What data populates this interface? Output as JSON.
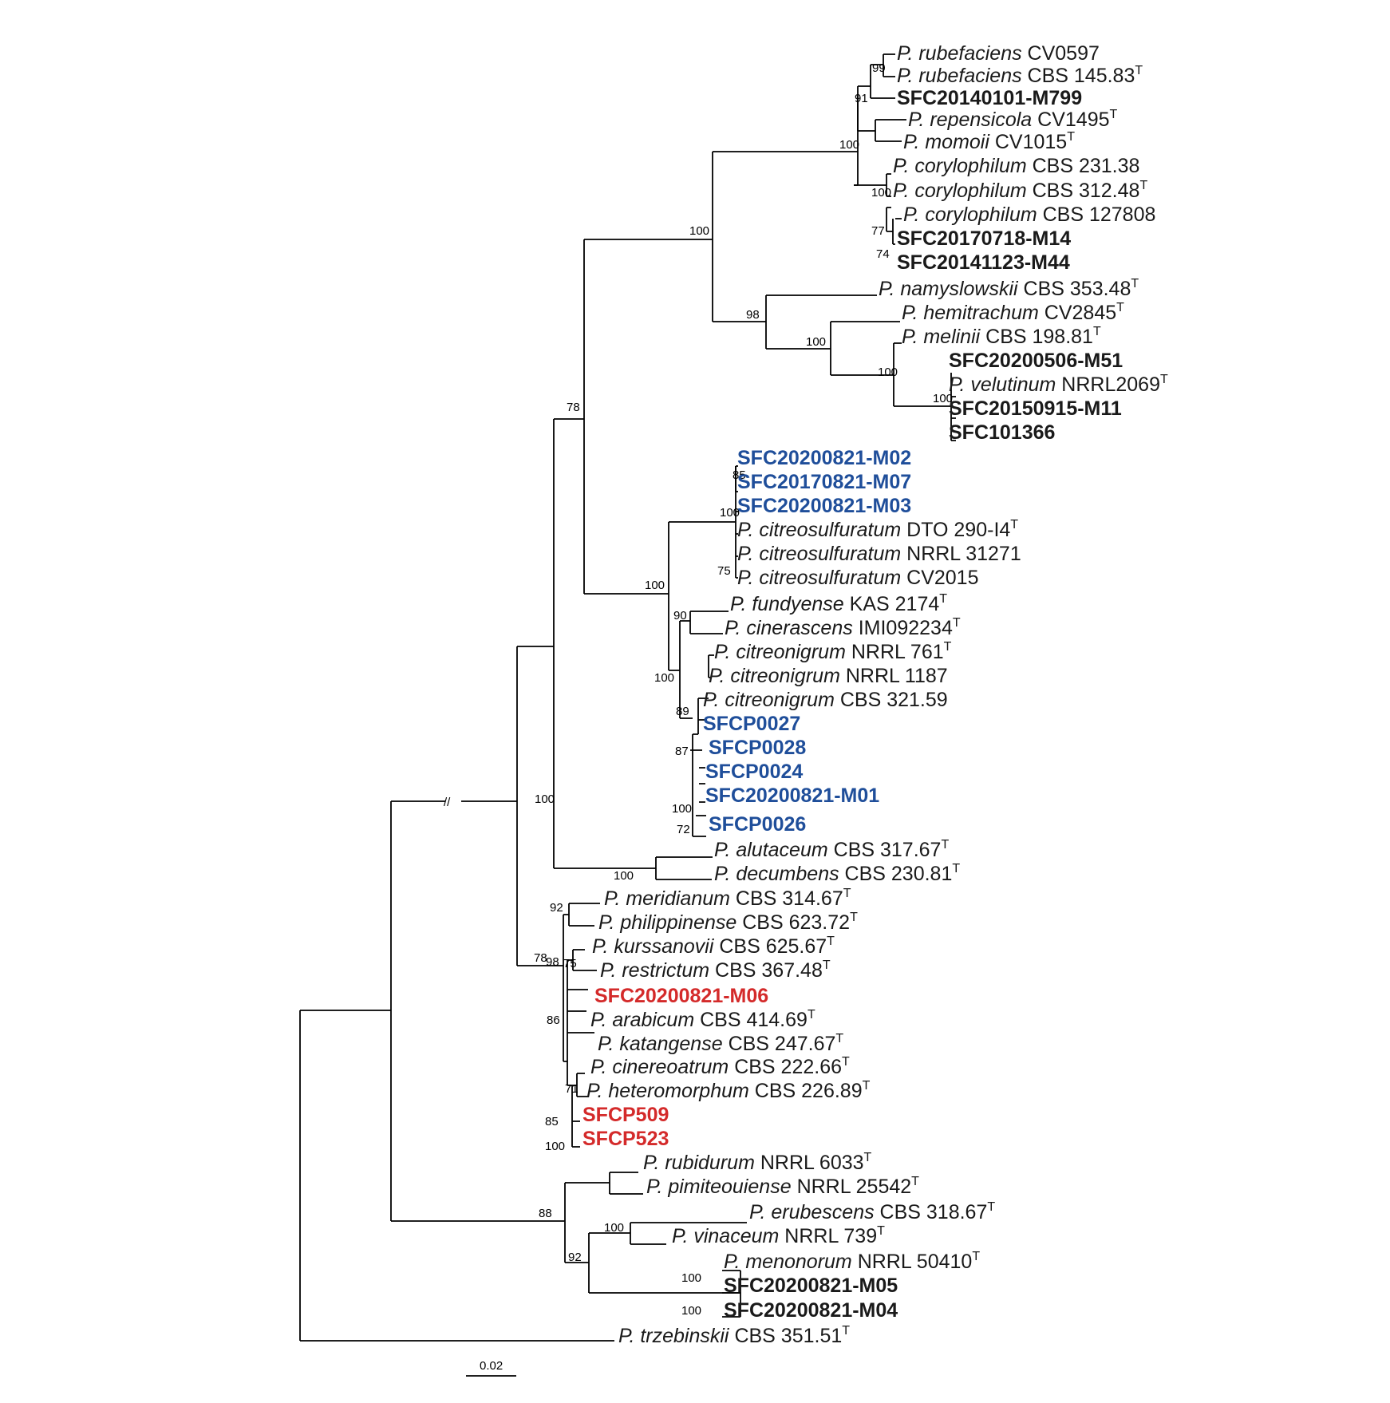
{
  "colors": {
    "default": "#1a1a1a",
    "blue": "#1f4e9a",
    "red": "#d42a2a"
  },
  "scale_label": "0.02",
  "break_mark": "//",
  "leaves": [
    {
      "sp": "P. rubefaciens",
      "st": "CV0597",
      "t": ""
    },
    {
      "sp": "P. rubefaciens",
      "st": "CBS 145.83",
      "t": "T"
    },
    {
      "sp": "",
      "st": "SFC20140101-M799",
      "t": "",
      "bold": true
    },
    {
      "sp": "P. repensicola",
      "st": "CV1495",
      "t": "T"
    },
    {
      "sp": "P. momoii",
      "st": "CV1015",
      "t": "T"
    },
    {
      "sp": "P. corylophilum",
      "st": "CBS 231.38",
      "t": ""
    },
    {
      "sp": "P. corylophilum",
      "st": "CBS 312.48",
      "t": "T"
    },
    {
      "sp": "P. corylophilum",
      "st": "CBS 127808",
      "t": ""
    },
    {
      "sp": "",
      "st": "SFC20170718-M14",
      "t": "",
      "bold": true
    },
    {
      "sp": "",
      "st": "SFC20141123-M44",
      "t": "",
      "bold": true
    },
    {
      "sp": "P. namyslowskii",
      "st": "CBS 353.48",
      "t": "T"
    },
    {
      "sp": "P. hemitrachum",
      "st": "CV2845",
      "t": "T"
    },
    {
      "sp": "P. melinii",
      "st": "CBS 198.81",
      "t": "T"
    },
    {
      "sp": "",
      "st": "SFC20200506-M51",
      "t": "",
      "bold": true
    },
    {
      "sp": "P. velutinum",
      "st": "NRRL2069",
      "t": "T"
    },
    {
      "sp": "",
      "st": "SFC20150915-M11",
      "t": "",
      "bold": true
    },
    {
      "sp": "",
      "st": "SFC101366",
      "t": "",
      "bold": true
    },
    {
      "sp": "",
      "st": "SFC20200821-M02",
      "t": "",
      "bold": true,
      "color": "blue"
    },
    {
      "sp": "",
      "st": "SFC20170821-M07",
      "t": "",
      "bold": true,
      "color": "blue"
    },
    {
      "sp": "",
      "st": "SFC20200821-M03",
      "t": "",
      "bold": true,
      "color": "blue"
    },
    {
      "sp": "P. citreosulfuratum",
      "st": "DTO 290-I4",
      "t": "T"
    },
    {
      "sp": "P. citreosulfuratum",
      "st": "NRRL 31271",
      "t": ""
    },
    {
      "sp": "P. citreosulfuratum",
      "st": "CV2015",
      "t": ""
    },
    {
      "sp": "P. fundyense",
      "st": "KAS 2174",
      "t": "T"
    },
    {
      "sp": "P. cinerascens",
      "st": "IMI092234",
      "t": "T"
    },
    {
      "sp": "P. citreonigrum",
      "st": "NRRL 761",
      "t": "T"
    },
    {
      "sp": "P. citreonigrum",
      "st": "NRRL 1187",
      "t": ""
    },
    {
      "sp": "P. citreonigrum",
      "st": "CBS 321.59",
      "t": ""
    },
    {
      "sp": "",
      "st": "SFCP0027",
      "t": "",
      "bold": true,
      "color": "blue"
    },
    {
      "sp": "",
      "st": "SFCP0028",
      "t": "",
      "bold": true,
      "color": "blue"
    },
    {
      "sp": "",
      "st": "SFCP0024",
      "t": "",
      "bold": true,
      "color": "blue"
    },
    {
      "sp": "",
      "st": "SFC20200821-M01",
      "t": "",
      "bold": true,
      "color": "blue"
    },
    {
      "sp": "",
      "st": "SFCP0026",
      "t": "",
      "bold": true,
      "color": "blue"
    },
    {
      "sp": "P. alutaceum",
      "st": "CBS 317.67",
      "t": "T"
    },
    {
      "sp": "P. decumbens",
      "st": "CBS 230.81",
      "t": "T"
    },
    {
      "sp": "P. meridianum",
      "st": "CBS 314.67",
      "t": "T"
    },
    {
      "sp": "P. philippinense",
      "st": "CBS 623.72",
      "t": "T"
    },
    {
      "sp": "P. kurssanovii",
      "st": "CBS 625.67",
      "t": "T"
    },
    {
      "sp": "P. restrictum",
      "st": "CBS 367.48",
      "t": "T"
    },
    {
      "sp": "",
      "st": "SFC20200821-M06",
      "t": "",
      "bold": true,
      "color": "red"
    },
    {
      "sp": "P. arabicum",
      "st": "CBS 414.69",
      "t": "T"
    },
    {
      "sp": "P. katangense",
      "st": "CBS 247.67",
      "t": "T"
    },
    {
      "sp": "P. cinereoatrum",
      "st": "CBS 222.66",
      "t": "T"
    },
    {
      "sp": "P. heteromorphum",
      "st": "CBS 226.89",
      "t": "T"
    },
    {
      "sp": "",
      "st": "SFCP509",
      "t": "",
      "bold": true,
      "color": "red"
    },
    {
      "sp": "",
      "st": "SFCP523",
      "t": "",
      "bold": true,
      "color": "red"
    },
    {
      "sp": "P. rubidurum",
      "st": "NRRL 6033",
      "t": "T"
    },
    {
      "sp": "P. pimiteouiense",
      "st": "NRRL 25542",
      "t": "T"
    },
    {
      "sp": "P. erubescens",
      "st": "CBS 318.67",
      "t": "T"
    },
    {
      "sp": "P. vinaceum",
      "st": "NRRL 739",
      "t": "T"
    },
    {
      "sp": "P. menonorum",
      "st": "NRRL 50410",
      "t": "T"
    },
    {
      "sp": "",
      "st": "SFC20200821-M05",
      "t": "",
      "bold": true
    },
    {
      "sp": "",
      "st": "SFC20200821-M04",
      "t": "",
      "bold": true
    },
    {
      "sp": "P. trzebinskii",
      "st": "CBS 351.51",
      "t": "T"
    }
  ],
  "bootstrap": [
    "99",
    "91",
    "100",
    "100",
    "77",
    "74",
    "100",
    "98",
    "100",
    "100",
    "100",
    "78",
    "85",
    "100",
    "75",
    "100",
    "90",
    "100",
    "89",
    "87",
    "100",
    "72",
    "100",
    "100",
    "78",
    "92",
    "98",
    "75",
    "86",
    "71",
    "85",
    "100",
    "88",
    "100",
    "92",
    "100",
    "100"
  ]
}
